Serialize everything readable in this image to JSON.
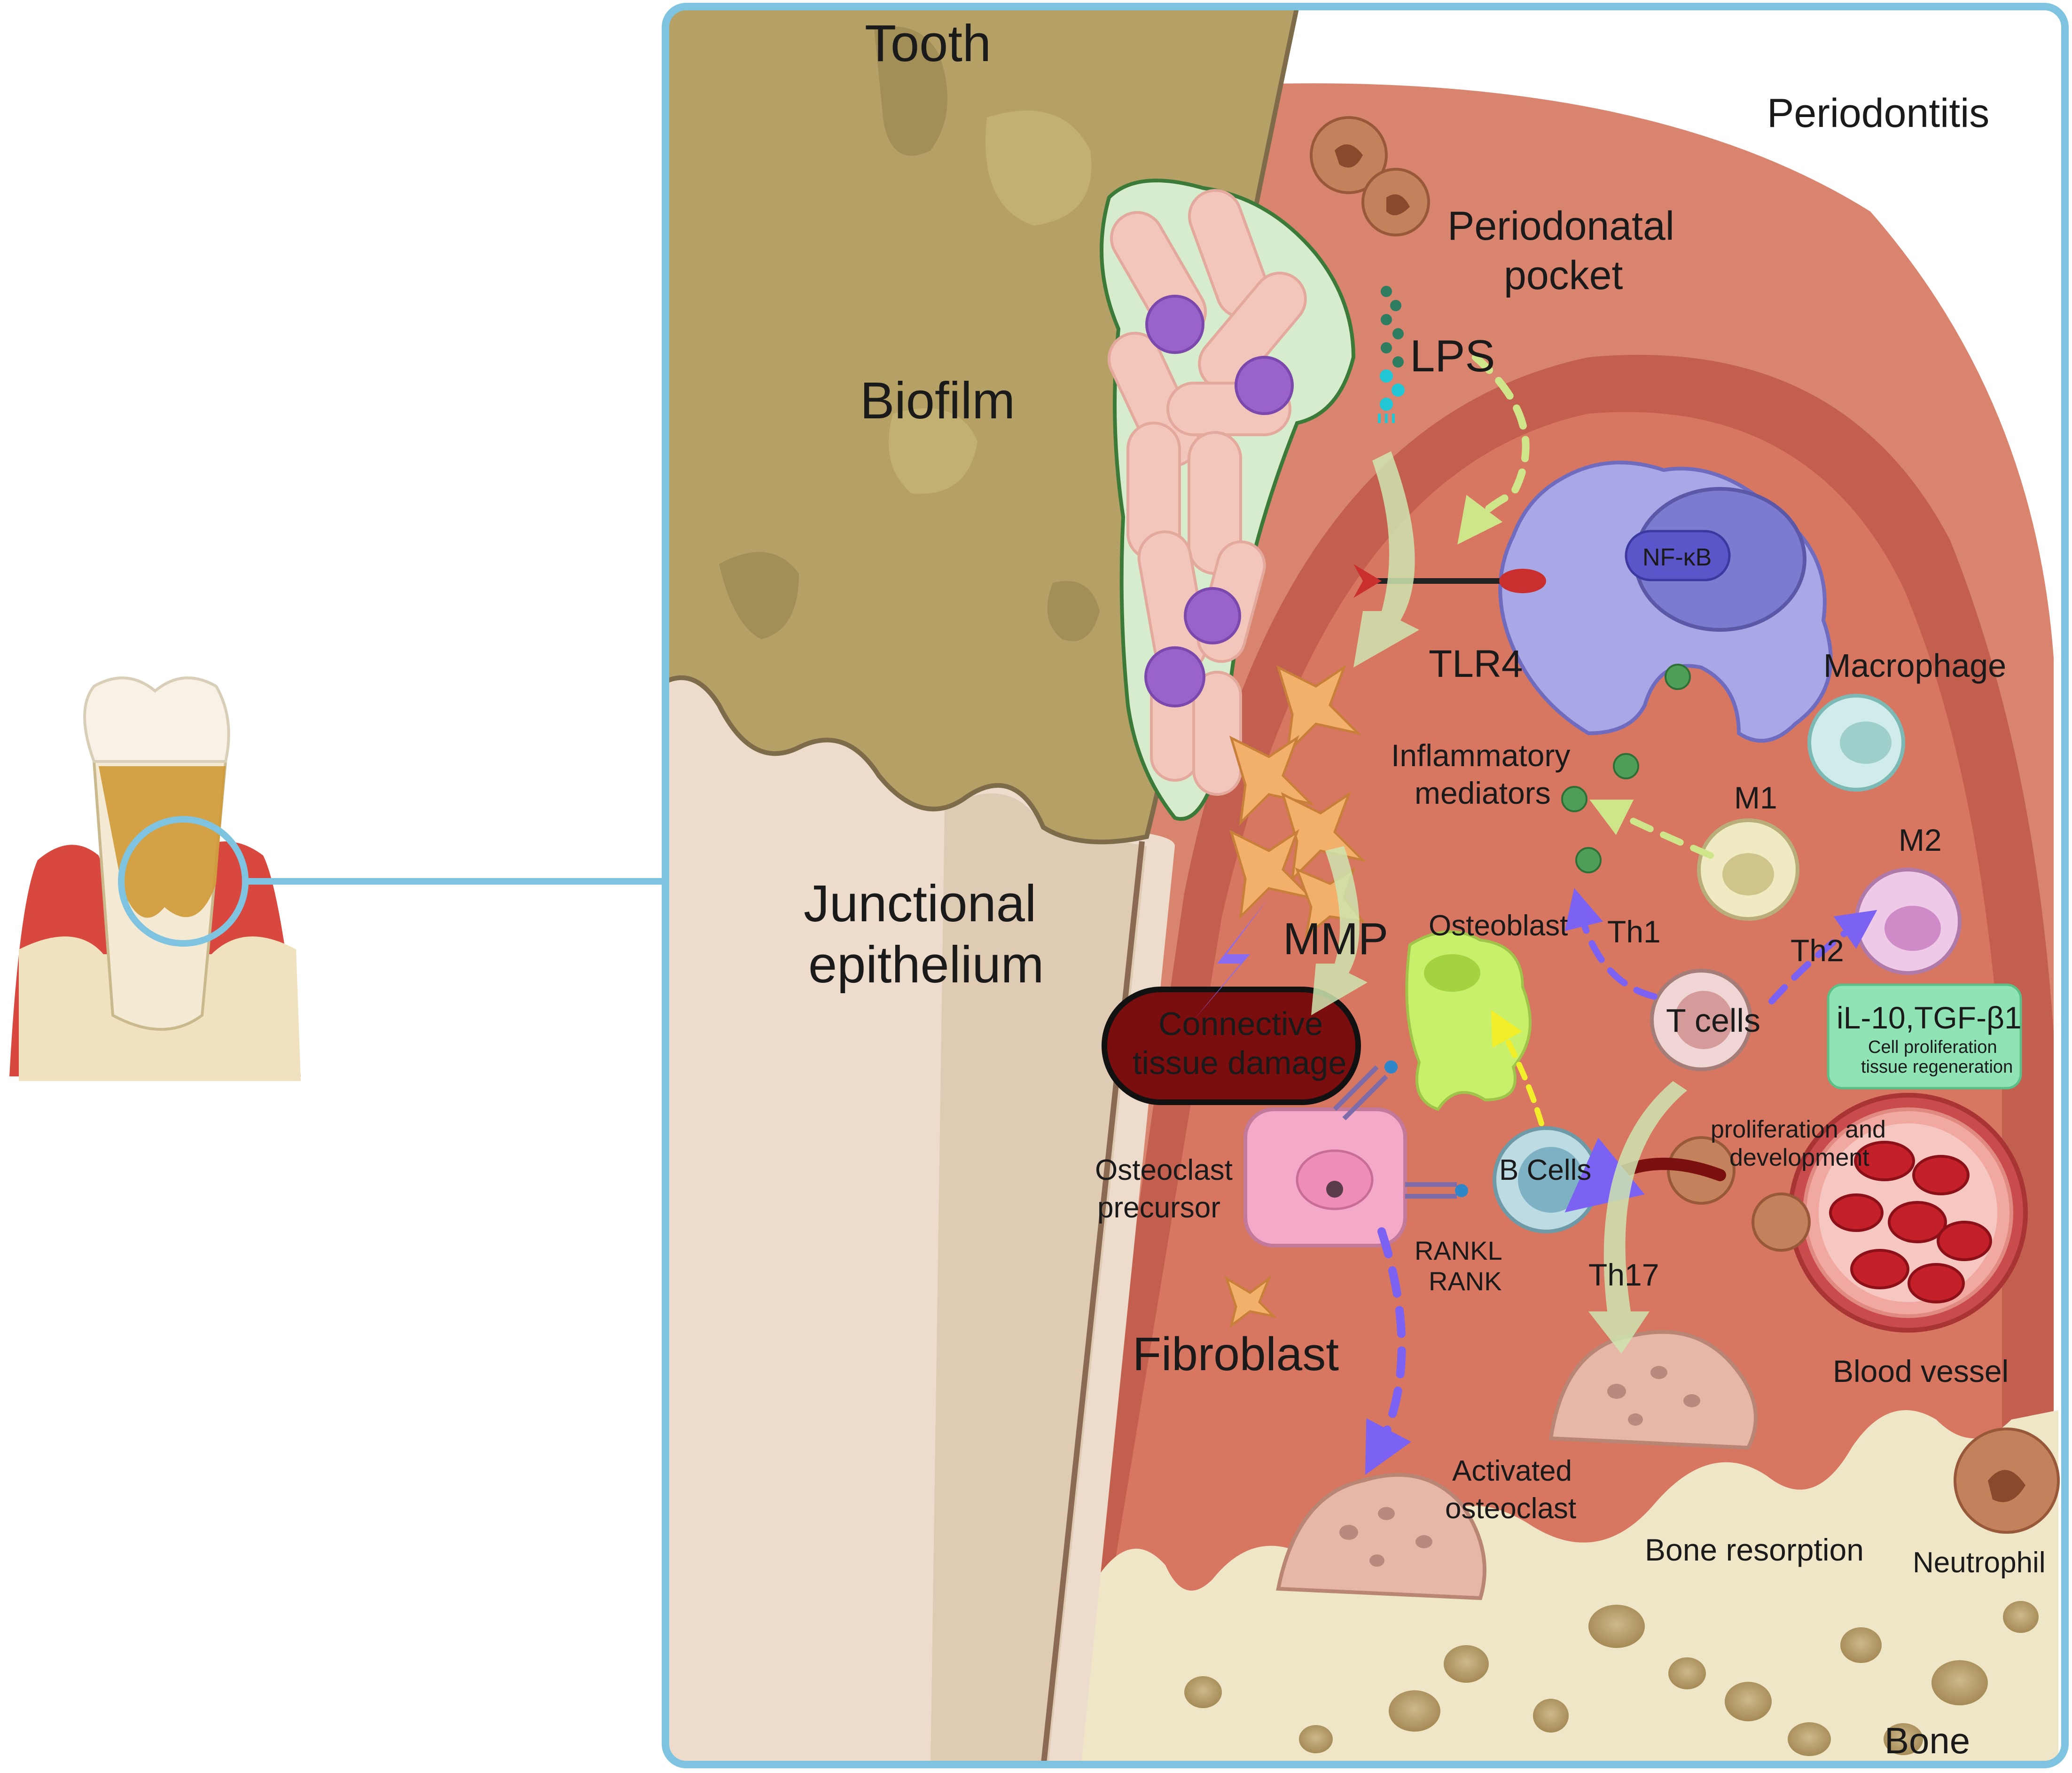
{
  "labels": {
    "tooth": "Tooth",
    "periodontitis": "Periodontitis",
    "periodontal_pocket_1": "Periodonatal",
    "periodontal_pocket_2": "pocket",
    "biofilm": "Biofilm",
    "lps": "LPS",
    "nfkb": "NF-κB",
    "tlr4": "TLR4",
    "macrophage": "Macrophage",
    "inflammatory_mediators_1": "Inflammatory",
    "inflammatory_mediators_2": "mediators",
    "m1": "M1",
    "m2": "M2",
    "junctional_epithelium_1": "Junctional",
    "junctional_epithelium_2": "epithelium",
    "mmp": "MMP",
    "osteoblast": "Osteoblast",
    "th1": "Th1",
    "th2": "Th2",
    "t_cells": "T cells",
    "cytokines_title": "iL-10,TGF-β1",
    "cytokines_line2": "Cell proliferation",
    "cytokines_line3": "tissue regeneration",
    "connective_damage_1": "Connective",
    "connective_damage_2": "tissue damage",
    "osteoclast_precursor_1": "Osteoclast",
    "osteoclast_precursor_2": "precursor",
    "b_cells": "B Cells",
    "proliferation_1": "proliferation and",
    "proliferation_2": "development",
    "rankl": "RANKL",
    "rank": "RANK",
    "th17": "Th17",
    "fibroblast": "Fibroblast",
    "blood_vessel": "Blood vessel",
    "activated_osteoclast_1": "Activated",
    "activated_osteoclast_2": "osteoclast",
    "bone_resorption": "Bone resorption",
    "neutrophil": "Neutrophil",
    "bone": "Bone"
  },
  "colors": {
    "panel_border": "#7ec3e0",
    "tooth": "#b5a166",
    "gum_outer": "#d9846e",
    "gum_inner": "#cd6a58",
    "epithelium": "#eddccb",
    "bone": "#eee6c6",
    "macrophage": "#a9a8e6",
    "damage": "#7a0d0d",
    "cytokine_box": "#8fe3b4",
    "osteoblast": "#c9f06a"
  },
  "icons": [
    "tooth-icon",
    "macrophage-icon",
    "t-cell-icon",
    "b-cell-icon",
    "osteoclast-icon",
    "blood-vessel-icon",
    "neutrophil-icon",
    "fibroblast-icon",
    "lightning-icon",
    "tlr4-receptor-icon"
  ]
}
